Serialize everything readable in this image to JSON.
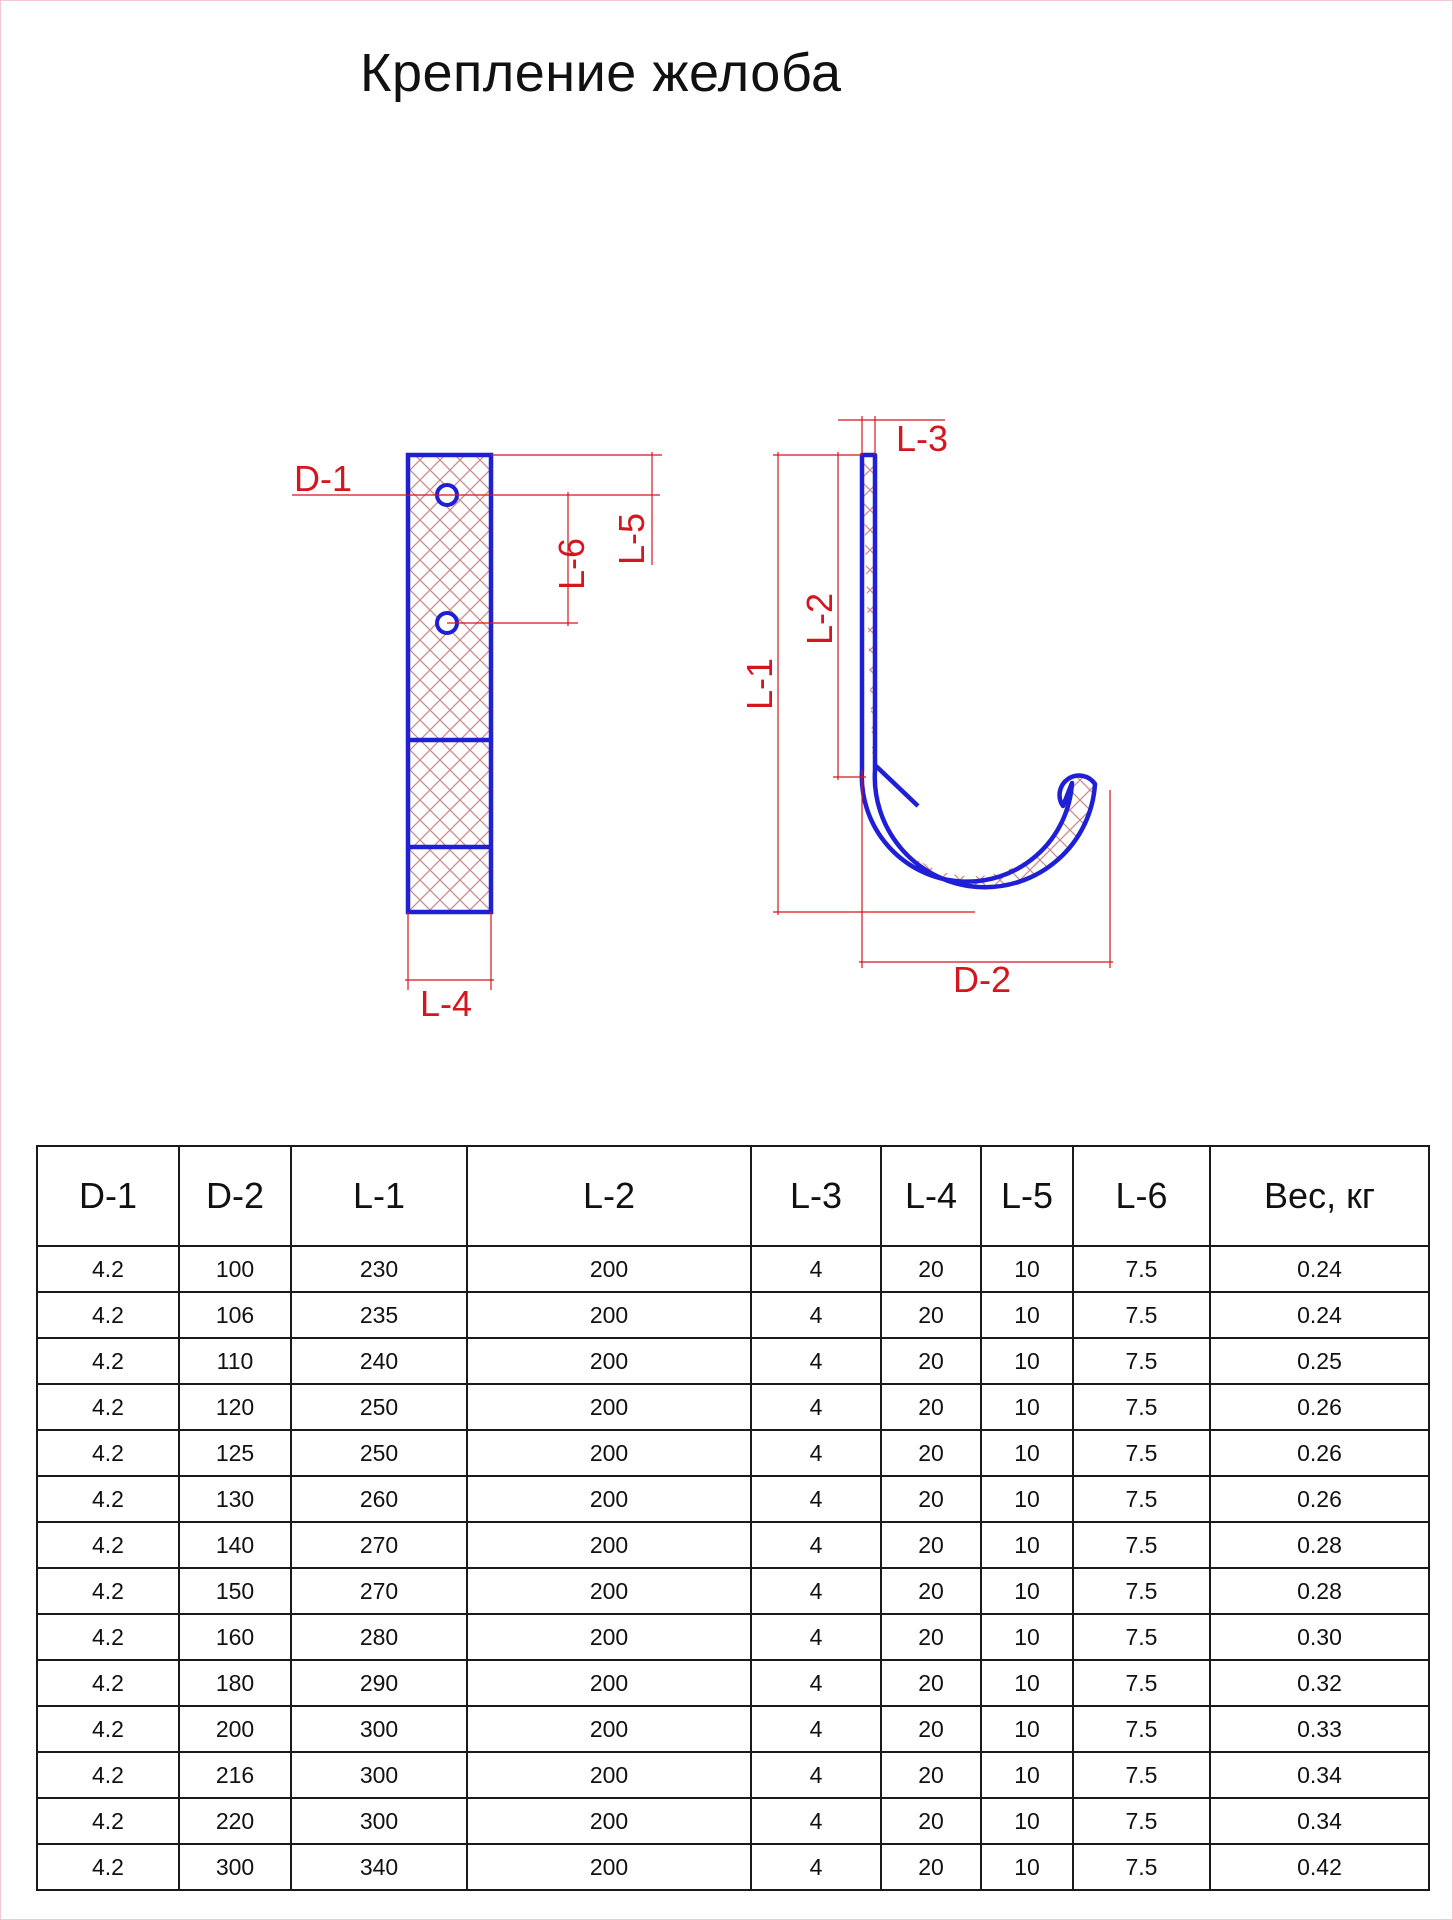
{
  "title": "Крепление желоба",
  "drawing": {
    "dimension_labels": {
      "d1": "D-1",
      "d2": "D-2",
      "l1": "L-1",
      "l2": "L-2",
      "l3": "L-3",
      "l4": "L-4",
      "l5": "L-5",
      "l6": "L-6"
    },
    "colors": {
      "outline": "#1f1fd6",
      "dimension": "#d4161f",
      "hatch": "#c98b8b"
    }
  },
  "table": {
    "headers": [
      "D-1",
      "D-2",
      "L-1",
      "L-2",
      "L-3",
      "L-4",
      "L-5",
      "L-6",
      "Вес, кг"
    ],
    "rows": [
      [
        "4.2",
        "100",
        "230",
        "200",
        "4",
        "20",
        "10",
        "7.5",
        "0.24"
      ],
      [
        "4.2",
        "106",
        "235",
        "200",
        "4",
        "20",
        "10",
        "7.5",
        "0.24"
      ],
      [
        "4.2",
        "110",
        "240",
        "200",
        "4",
        "20",
        "10",
        "7.5",
        "0.25"
      ],
      [
        "4.2",
        "120",
        "250",
        "200",
        "4",
        "20",
        "10",
        "7.5",
        "0.26"
      ],
      [
        "4.2",
        "125",
        "250",
        "200",
        "4",
        "20",
        "10",
        "7.5",
        "0.26"
      ],
      [
        "4.2",
        "130",
        "260",
        "200",
        "4",
        "20",
        "10",
        "7.5",
        "0.26"
      ],
      [
        "4.2",
        "140",
        "270",
        "200",
        "4",
        "20",
        "10",
        "7.5",
        "0.28"
      ],
      [
        "4.2",
        "150",
        "270",
        "200",
        "4",
        "20",
        "10",
        "7.5",
        "0.28"
      ],
      [
        "4.2",
        "160",
        "280",
        "200",
        "4",
        "20",
        "10",
        "7.5",
        "0.30"
      ],
      [
        "4.2",
        "180",
        "290",
        "200",
        "4",
        "20",
        "10",
        "7.5",
        "0.32"
      ],
      [
        "4.2",
        "200",
        "300",
        "200",
        "4",
        "20",
        "10",
        "7.5",
        "0.33"
      ],
      [
        "4.2",
        "216",
        "300",
        "200",
        "4",
        "20",
        "10",
        "7.5",
        "0.34"
      ],
      [
        "4.2",
        "220",
        "300",
        "200",
        "4",
        "20",
        "10",
        "7.5",
        "0.34"
      ],
      [
        "4.2",
        "300",
        "340",
        "200",
        "4",
        "20",
        "10",
        "7.5",
        "0.42"
      ]
    ]
  }
}
